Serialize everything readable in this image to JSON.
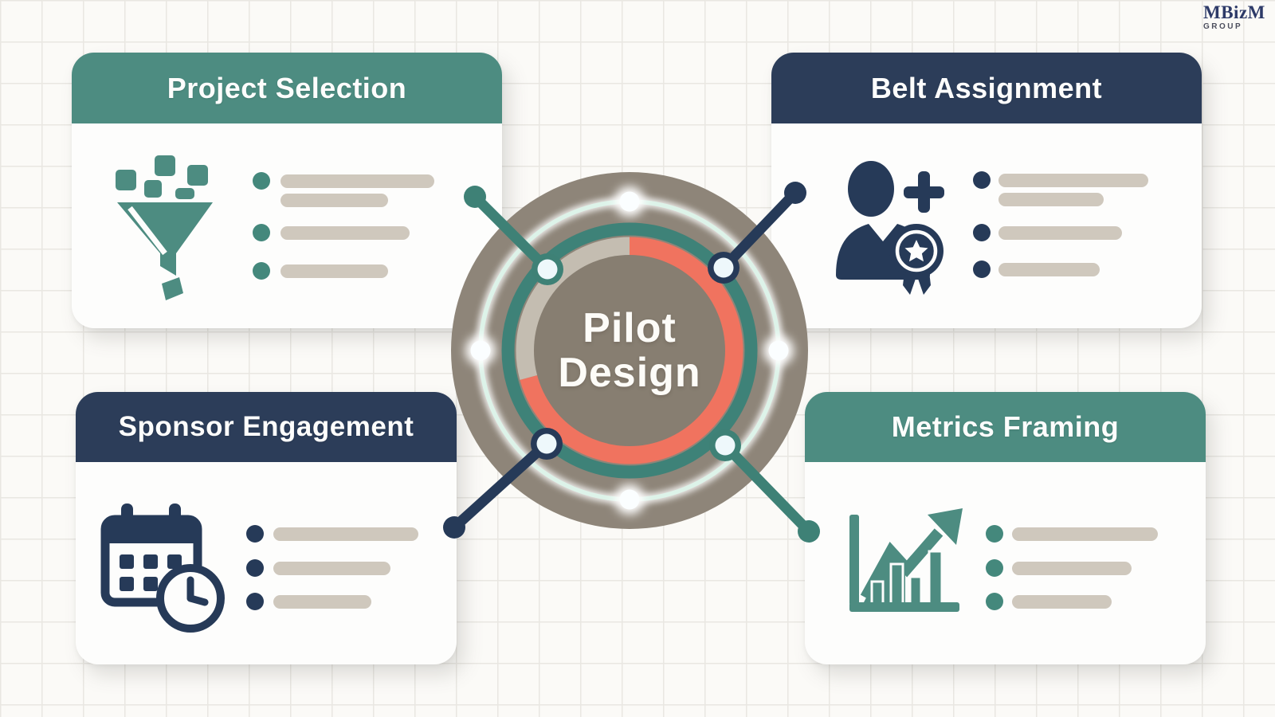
{
  "logo": {
    "name": "MBizM",
    "subtitle": "GROUP"
  },
  "center": {
    "line1": "Pilot",
    "line2": "Design"
  },
  "cards": {
    "project_selection": {
      "title": "Project Selection",
      "icon": "funnel-icon",
      "accent": "#4d8c81",
      "bullet_color": "#44887c",
      "bullet_rows": 3,
      "placeholder_bars": 4
    },
    "belt_assignment": {
      "title": "Belt Assignment",
      "icon": "person-badge-icon",
      "accent": "#2c3d59",
      "bullet_color": "#263a58",
      "bullet_rows": 3,
      "placeholder_bars": 4
    },
    "sponsor_engagement": {
      "title": "Sponsor Engagement",
      "icon": "calendar-clock-icon",
      "accent": "#2c3d59",
      "bullet_color": "#263a58",
      "bullet_rows": 3,
      "placeholder_bars": 3
    },
    "metrics_framing": {
      "title": "Metrics Framing",
      "icon": "chart-growth-icon",
      "accent": "#4d8c81",
      "bullet_color": "#44887c",
      "bullet_rows": 3,
      "placeholder_bars": 3
    }
  },
  "hub": {
    "ring_segments": {
      "salmon_degrees": 255,
      "gray_degrees": 105
    },
    "colors": {
      "outer_disk": "#8e8579",
      "center_disk": "#877e71",
      "teal_ring": "#3e8278",
      "salmon_arc": "#f0735f",
      "gray_arc": "#c4bdb1",
      "mint_ring": "#ddf3e9",
      "connector_teal": "#3e8176",
      "connector_navy": "#263a58",
      "node_fill": "#eef8fb"
    }
  },
  "palette": {
    "background": "#fbfaf7",
    "grid_line": "#e9e7e2",
    "card_body": "#fdfdfc",
    "placeholder_bar": "#cfc8bd",
    "header_teal": "#4d8c81",
    "header_navy": "#2c3d59"
  }
}
